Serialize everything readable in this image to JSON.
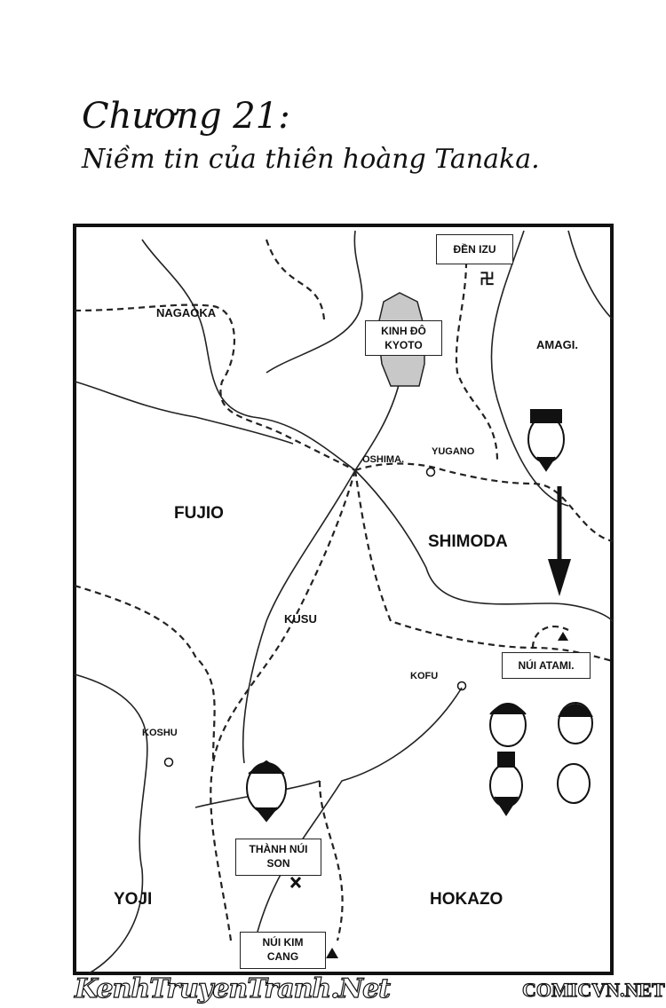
{
  "chapter": {
    "number_line": "Chương 21:",
    "title_line": "Niềm tin của thiên hoàng Tanaka."
  },
  "map": {
    "regions": [
      "NAGAOKA",
      "FUJIO",
      "KUSU",
      "YOJI",
      "HOKAZO",
      "SHIMODA",
      "AMAGI."
    ],
    "towns": [
      "OSHIMA.",
      "YUGANO",
      "KOFU",
      "KOSHU"
    ],
    "boxes": {
      "kyoto": [
        "KINH ĐÔ",
        "KYOTO"
      ],
      "izu": "ĐỀN IZU",
      "atami": "NÚI ATAMI.",
      "son": [
        "THÀNH NÚI",
        "SON"
      ],
      "kimcang": [
        "NÚI KIM",
        "CANG"
      ]
    },
    "temple_symbol": "卍"
  },
  "watermarks": [
    "KenhTruyenTranh.Net",
    "COMICVN.NET"
  ]
}
